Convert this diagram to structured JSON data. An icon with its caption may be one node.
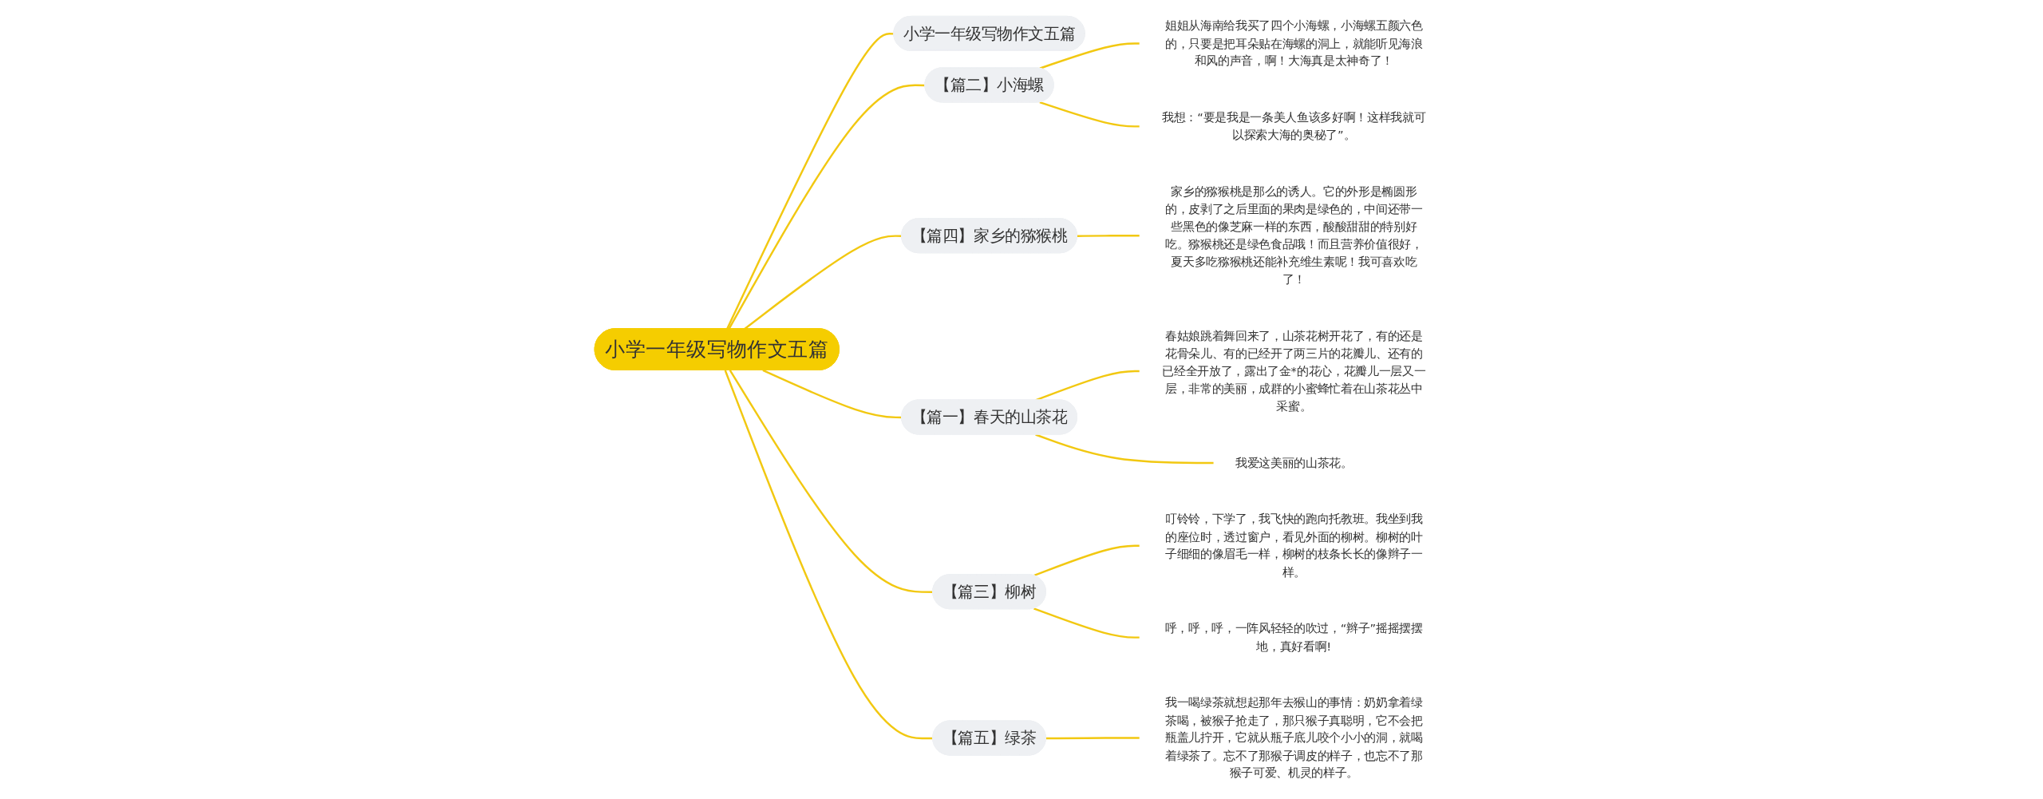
{
  "diagram": {
    "nodes": [
      {
        "text": [
          "小学一年级写物作文五篇"
        ]
      },
      {
        "text": [
          "小学一年级写物作文五篇"
        ]
      },
      {
        "text": [
          "【篇二】小海螺"
        ]
      },
      {
        "text": [
          "姐姐从海南给我买了四个小海螺，小海螺五颜六色的，只要是把耳朵贴在海螺的洞上，就能听见海浪和风的声音，啊！大海真是太神奇了！"
        ]
      },
      {
        "text": [
          "我想：“要是我是一条美人鱼该多好啊！这样我就可以探索大海的奥秘了”。"
        ]
      },
      {
        "text": [
          "【篇四】家乡的猕猴桃"
        ]
      },
      {
        "text": [
          "家乡的猕猴桃是那么的诱人。它的外形是椭圆形的，皮剥了之后里面的果肉是绿色的，中间还带一些黑色的像芝麻一样的东西，酸酸甜甜的特别好吃。猕猴桃还是绿色食品哦！而且营养价值很好，夏天多吃猕猴桃还能补充维生素呢！我可喜欢吃了！"
        ]
      },
      {
        "text": [
          "【篇一】春天的山茶花"
        ]
      },
      {
        "text": [
          "春姑娘跳着舞回来了，山茶花树开花了，有的还是花骨朵儿、有的已经开了两三片的花瓣儿、还有的已经全开放了，露出了金*的花心，花瓣儿一层又一层，非常的美丽，成群的小蜜蜂忙着在山茶花丛中采蜜。"
        ]
      },
      {
        "text": [
          "我爱这美丽的山茶花。"
        ]
      },
      {
        "text": [
          "【篇三】柳树"
        ]
      },
      {
        "text": [
          "叮铃铃，下学了，我飞快的跑向托教班。我坐到我的座位时，透过窗户，看见外面的柳树。柳树的叶子细细的像眉毛一样，柳树的枝条长长的像辫子一样。"
        ]
      },
      {
        "text": [
          "呼，呼，呼，一阵风轻轻的吹过，“辫子”摇摇摆摆地，真好看啊!"
        ]
      },
      {
        "text": [
          "【篇五】绿茶"
        ]
      },
      {
        "text": [
          "我一喝绿茶就想起那年去猴山的事情：奶奶拿着绿茶喝，被猴子抢走了，那只猴子真聪明，它不会把瓶盖儿拧开，它就从瓶子底儿咬个小小的洞，就喝着绿茶了。忘不了那猴子调皮的样子，也忘不了那猴子可爱、机灵的样子。"
        ]
      }
    ],
    "edges": [
      {
        "from": 0,
        "to": 1,
        "arrow": "none"
      },
      {
        "from": 0,
        "to": 2,
        "arrow": "none"
      },
      {
        "from": 2,
        "to": 3,
        "arrow": "none"
      },
      {
        "from": 2,
        "to": 4,
        "arrow": "none"
      },
      {
        "from": 0,
        "to": 5,
        "arrow": "none"
      },
      {
        "from": 5,
        "to": 6,
        "arrow": "none"
      },
      {
        "from": 0,
        "to": 7,
        "arrow": "none"
      },
      {
        "from": 7,
        "to": 8,
        "arrow": "none"
      },
      {
        "from": 7,
        "to": 9,
        "arrow": "none"
      },
      {
        "from": 0,
        "to": 10,
        "arrow": "none"
      },
      {
        "from": 10,
        "to": 11,
        "arrow": "none"
      },
      {
        "from": 10,
        "to": 12,
        "arrow": "none"
      },
      {
        "from": 0,
        "to": 13,
        "arrow": "none"
      },
      {
        "from": 13,
        "to": 14,
        "arrow": "none"
      }
    ]
  }
}
